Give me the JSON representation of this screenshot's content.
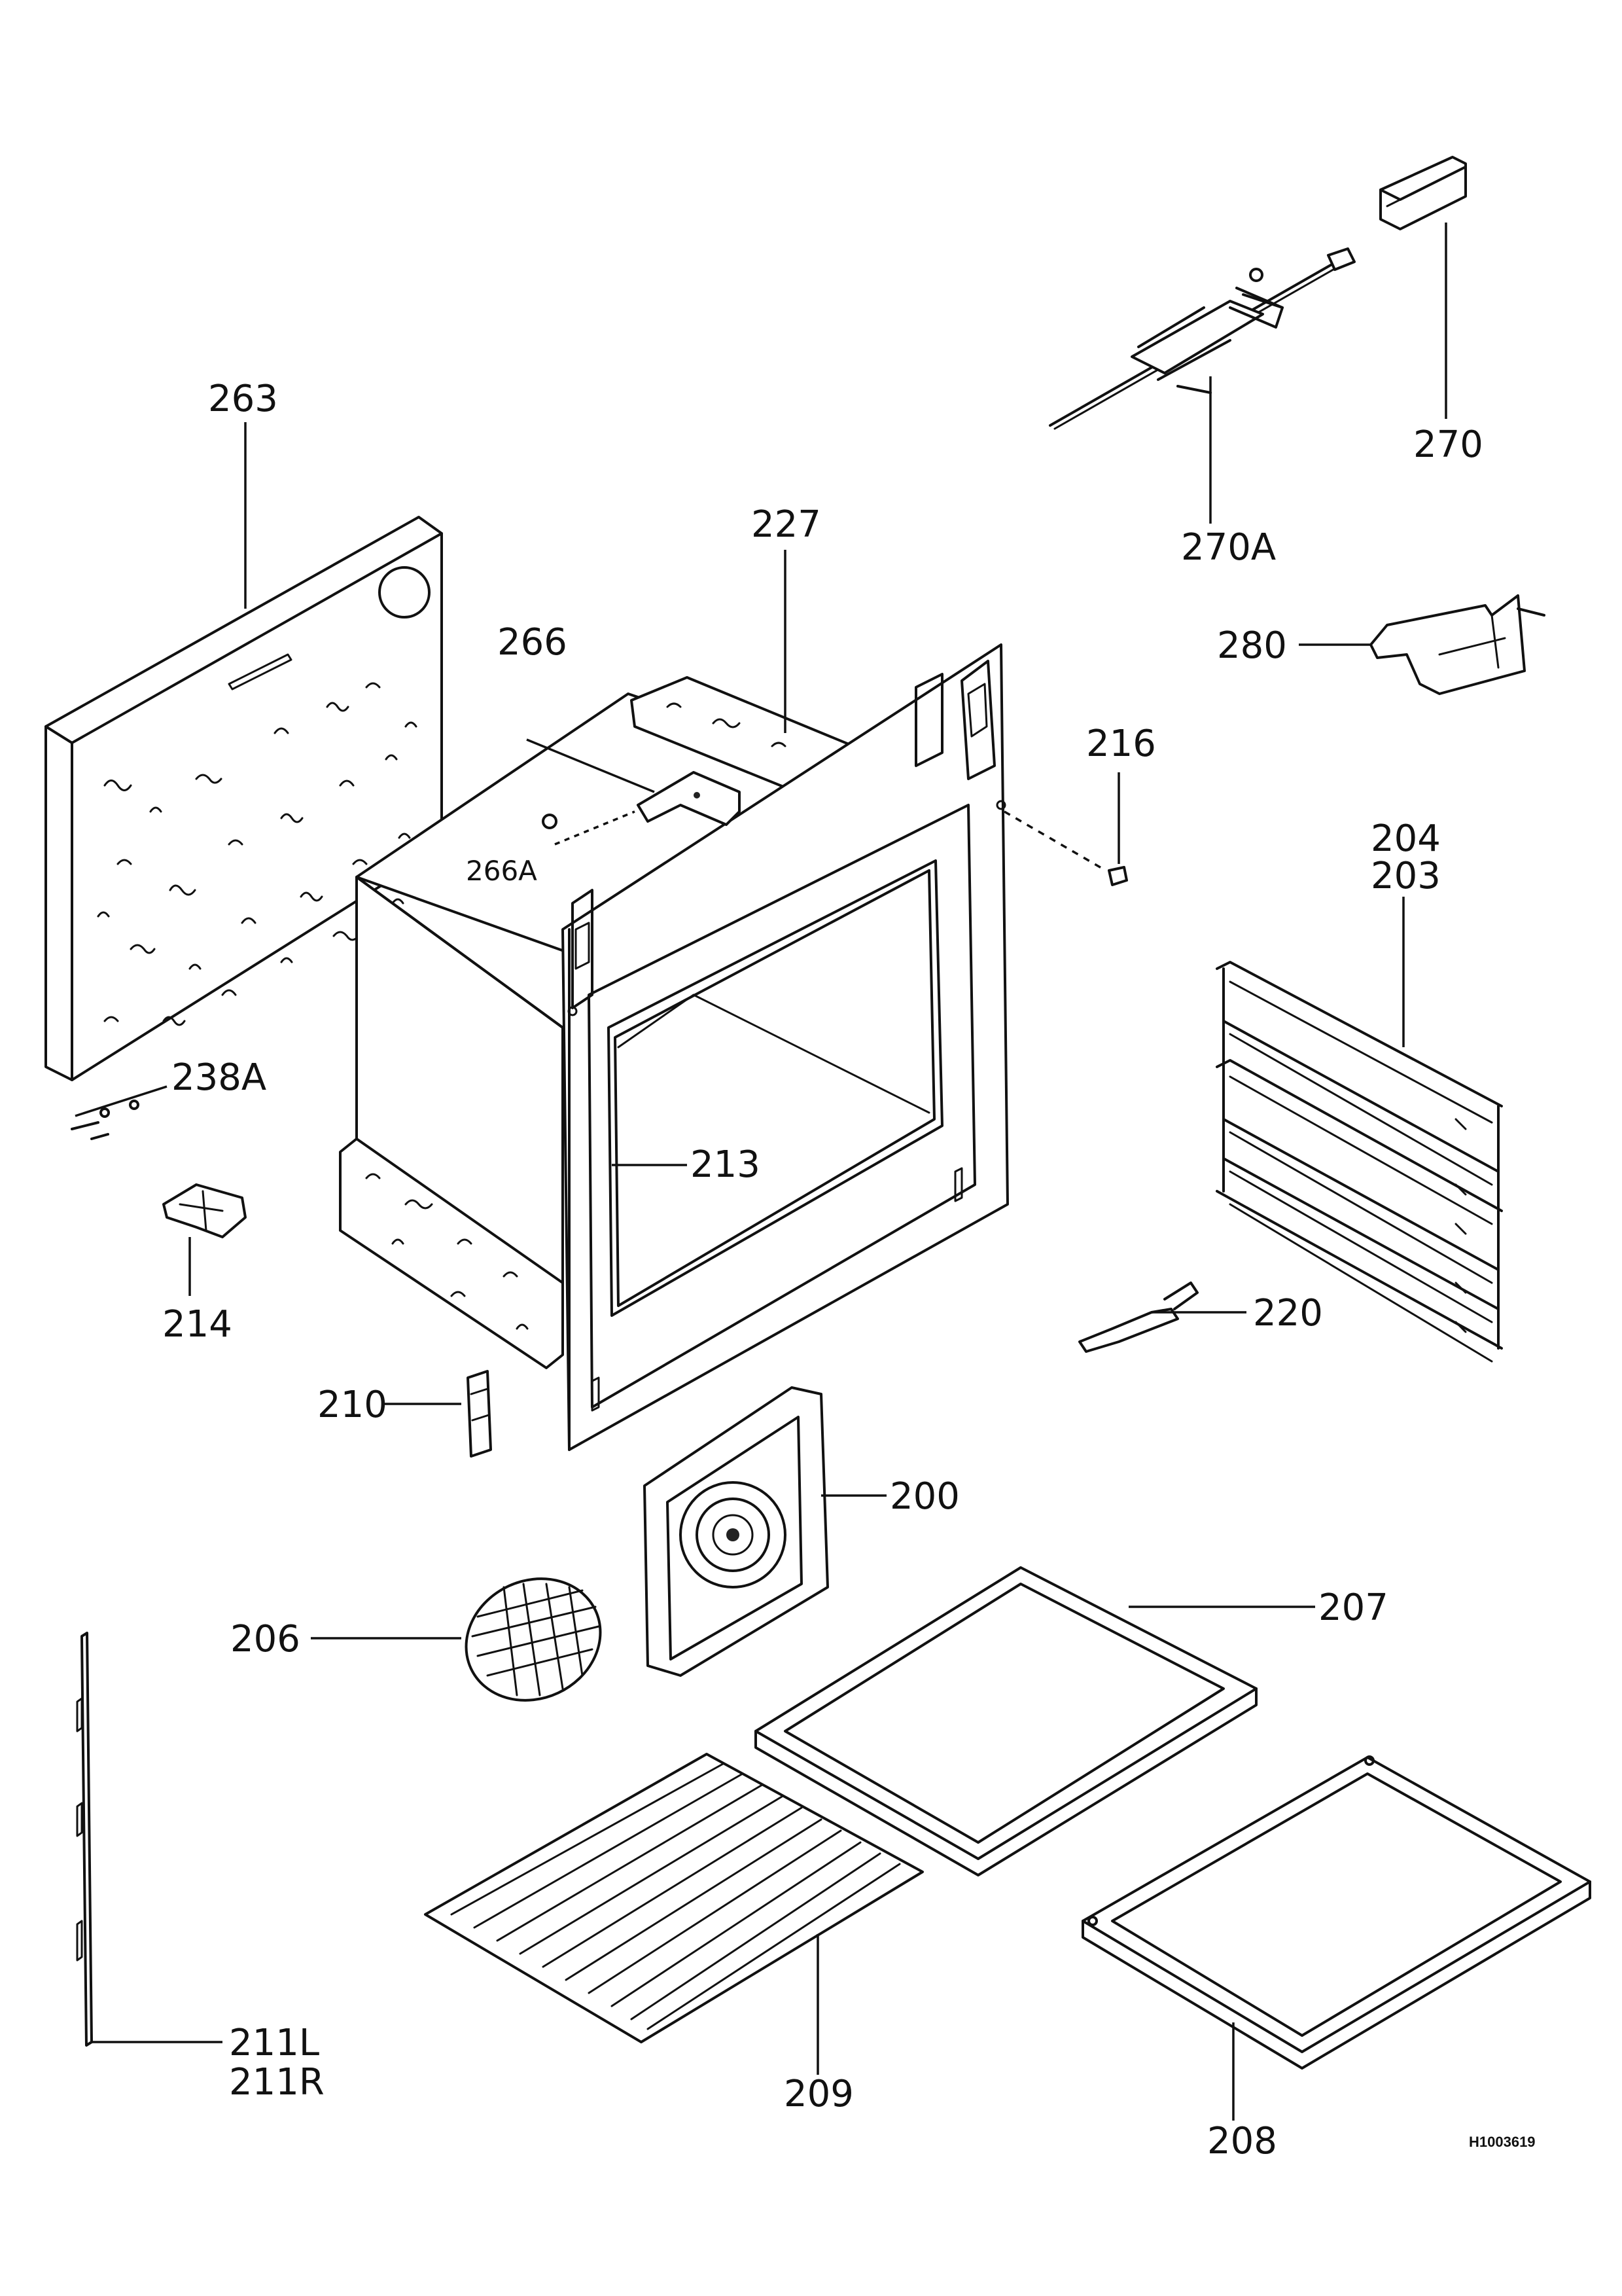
{
  "labels": {
    "l263": "263",
    "l227": "227",
    "l266": "266",
    "l266a": "266A",
    "l216": "216",
    "l270": "270",
    "l270a": "270A",
    "l280": "280",
    "l204": "204",
    "l203": "203",
    "l238a": "238A",
    "l213": "213",
    "l214": "214",
    "l220": "220",
    "l210": "210",
    "l200": "200",
    "l206": "206",
    "l207": "207",
    "l211l": "211L",
    "l211r": "211R",
    "l209": "209",
    "l208": "208"
  },
  "drawing_code": "H1003619"
}
